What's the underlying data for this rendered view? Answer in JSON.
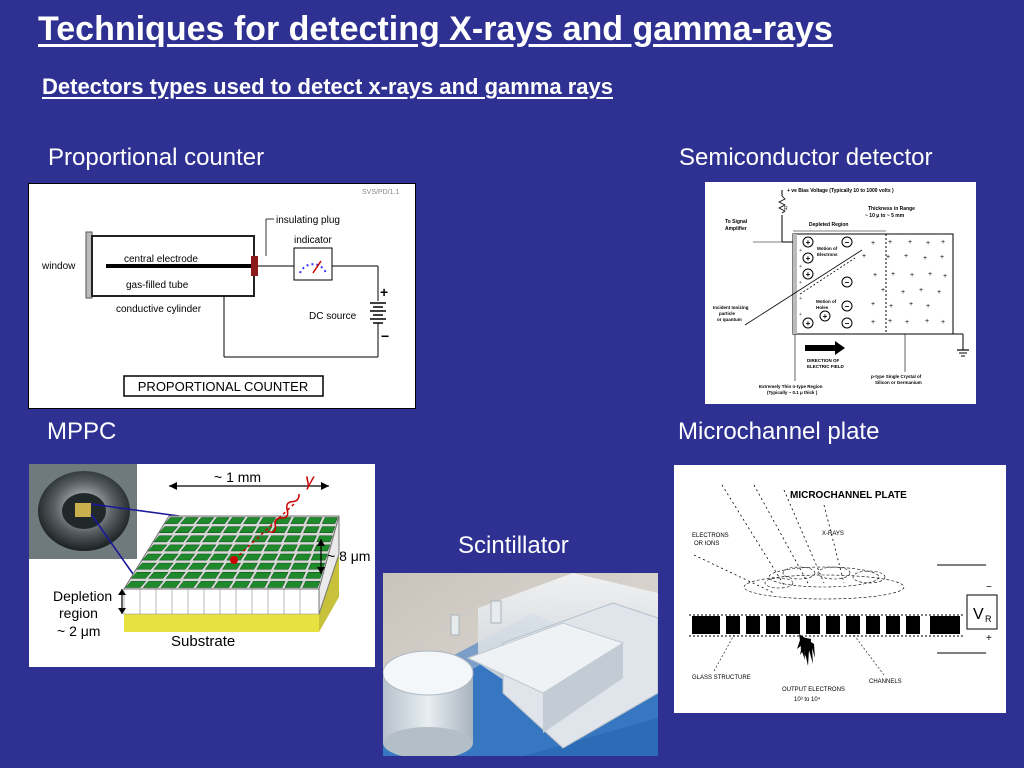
{
  "slide": {
    "title": "Techniques for detecting X-rays and gamma-rays",
    "subtitle": "Detectors types used to detect x-rays and gamma rays"
  },
  "panels": {
    "proportional": {
      "label": "Proportional counter",
      "ref": "SVS/PD/1.1",
      "texts": {
        "insulating_plug": "insulating plug",
        "indicator": "indicator",
        "window": "window",
        "central_electrode": "central electrode",
        "gas_filled_tube": "gas-filled tube",
        "conductive_cylinder": "conductive cylinder",
        "dc_source": "DC source",
        "plus": "+",
        "minus": "−",
        "caption": "PROPORTIONAL COUNTER"
      }
    },
    "semiconductor": {
      "label": "Semiconductor detector",
      "texts": {
        "bias": "+ ve Bias Voltage (Typically 10 to 1000 volts )",
        "r": "R",
        "signal1": "To Signal",
        "signal2": "Amplifier",
        "thickness1": "Thickness in Range",
        "thickness2": "~ 10 μ  to ~ 5 mm",
        "depleted": "Depleted     Region",
        "motion_e1": "Motion of",
        "motion_e2": "Electrons",
        "motion_h1": "Motion of",
        "motion_h2": "Holes",
        "incident1": "Incident Ionizing",
        "incident2": "particle",
        "incident3": "or quantum",
        "direction1": "DIRECTION    OF",
        "direction2": "ELECTRIC FIELD",
        "ptype1": "p-type Single Crystal of",
        "ptype2": "Silicon or Germanium",
        "ntype1": "Extremely   Thin    n-type    Region",
        "ntype2": "(Typically ~ 0.1 μ  thick )"
      }
    },
    "mppc": {
      "label": "MPPC",
      "texts": {
        "size": "~ 1 mm",
        "gamma": "γ",
        "height": "~ 8 μm",
        "depletion1": "Depletion",
        "depletion2": "region",
        "depletion3": "~ 2 μm",
        "substrate": "Substrate"
      }
    },
    "scintillator": {
      "label": "Scintillator"
    },
    "microchannel": {
      "label": "Microchannel plate",
      "texts": {
        "title": "MICROCHANNEL PLATE",
        "electrons1": "ELECTRONS",
        "electrons2": "OR IONS",
        "xrays": "X-RAYS",
        "vr": "V",
        "vr_sub": "R",
        "glass": "GLASS STRUCTURE",
        "channels": "CHANNELS",
        "output1": "OUTPUT ELECTRONS",
        "output2": "10³ to 10⁴"
      }
    }
  }
}
